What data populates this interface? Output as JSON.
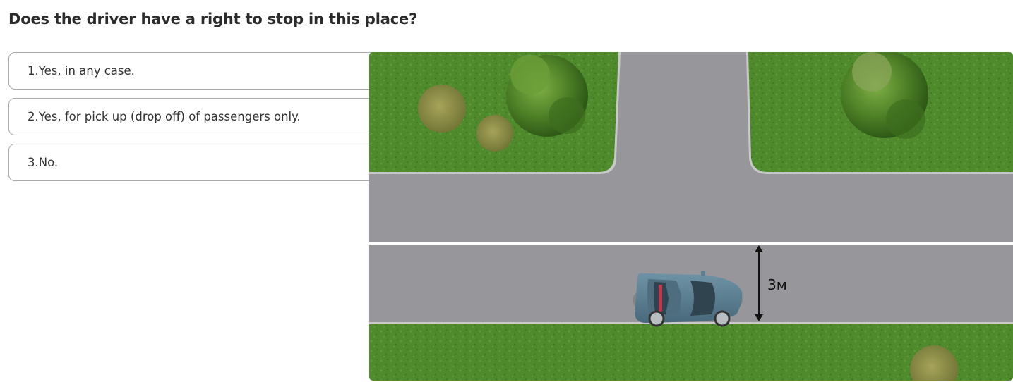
{
  "question": {
    "title": "Does the driver have a right to stop in this place?"
  },
  "answers": [
    {
      "label": "1.Yes, in any case."
    },
    {
      "label": "2.Yes, for pick up (drop off) of passengers only."
    },
    {
      "label": "3.No."
    }
  ],
  "illustration": {
    "lane_width_label": "3м",
    "colors": {
      "grass": "#4f8a2c",
      "road": "#97979b",
      "curb": "#c9c9c9",
      "marking": "#ffffff",
      "car": "#5b7e90"
    }
  }
}
